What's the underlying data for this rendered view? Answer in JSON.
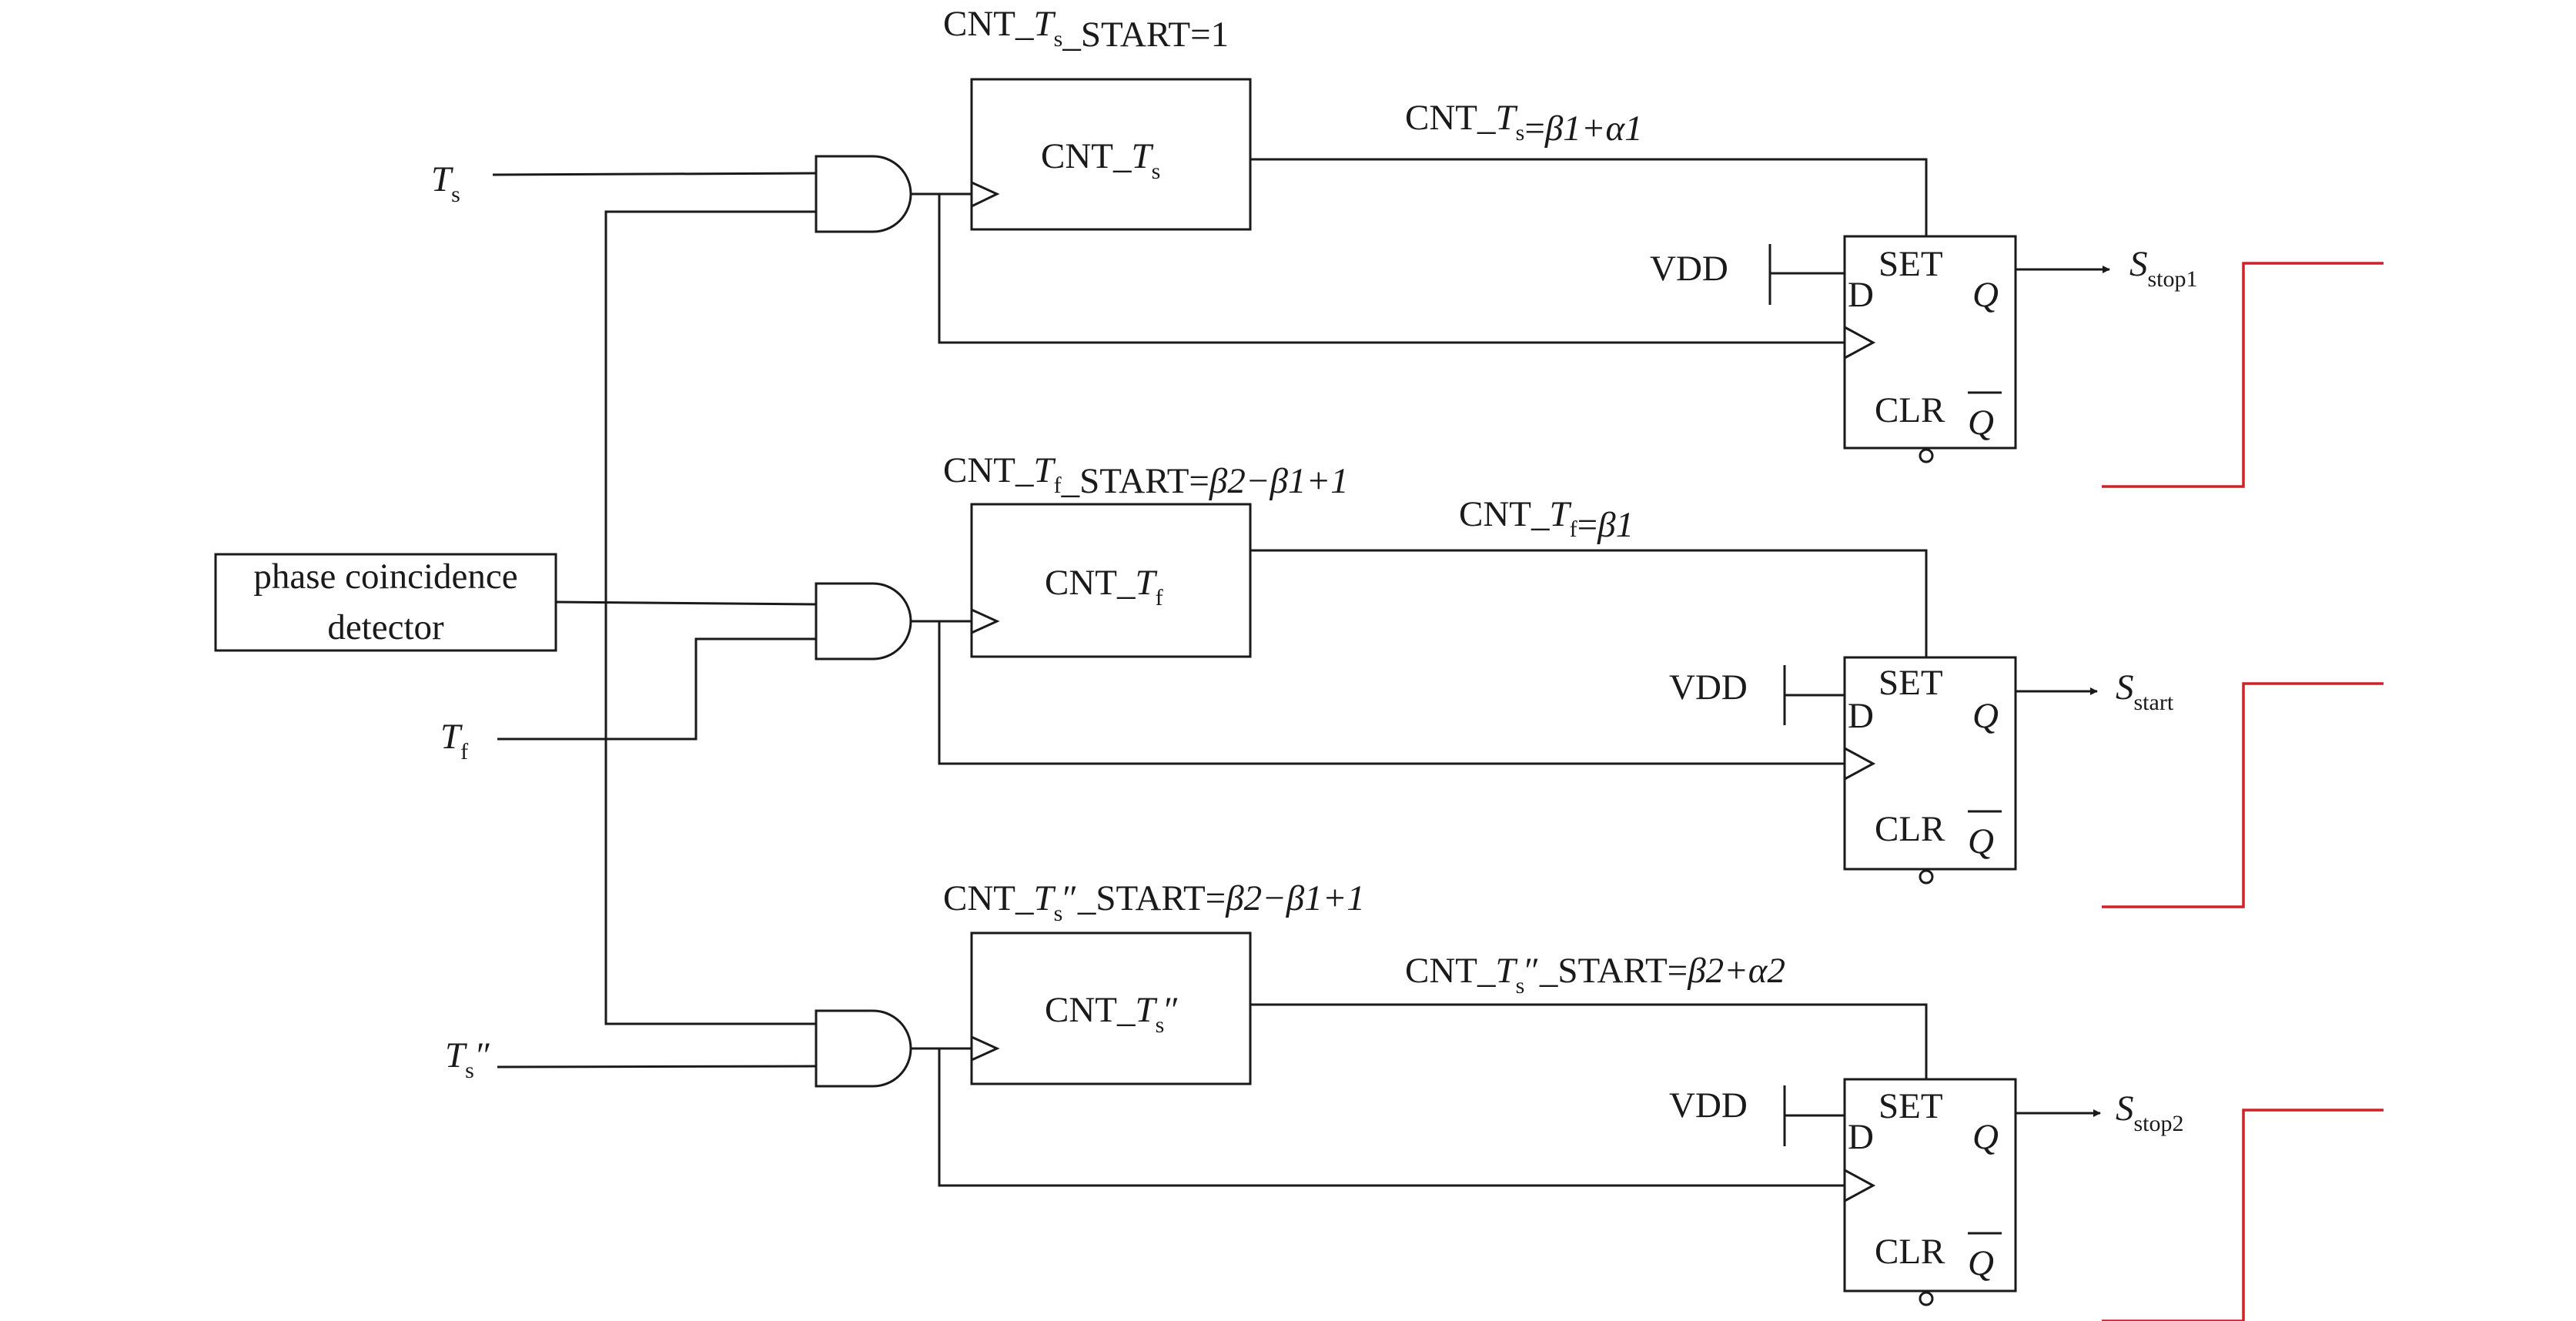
{
  "inputs": {
    "ts": {
      "main": "T",
      "sub": "s",
      "prime": ""
    },
    "tf": {
      "main": "T",
      "sub": "f",
      "prime": ""
    },
    "ts2": {
      "main": "T",
      "sub": "s",
      "prime": "″"
    }
  },
  "detector": {
    "line1": "phase coincidence",
    "line2": "detector"
  },
  "rows": [
    {
      "start": {
        "a": "CNT_",
        "it": "T",
        "sub": "s",
        "prime": "",
        "b": "_START=1"
      },
      "counter": {
        "a": "CNT_",
        "it": "T",
        "sub": "s",
        "prime": ""
      },
      "cond": {
        "a": "CNT_",
        "it": "T",
        "sub": "s",
        "prime": "",
        "b": "=",
        "expr": "β1+α1"
      },
      "output": {
        "main": "S",
        "sub": "stop1"
      }
    },
    {
      "start": {
        "a": "CNT_",
        "it": "T",
        "sub": "f",
        "prime": "",
        "b": "_START=",
        "expr": "β2−β1+1"
      },
      "counter": {
        "a": "CNT_",
        "it": "T",
        "sub": "f",
        "prime": ""
      },
      "cond": {
        "a": "CNT_",
        "it": "T",
        "sub": "f",
        "prime": "",
        "b": "=",
        "expr": "β1"
      },
      "output": {
        "main": "S",
        "sub": "start"
      }
    },
    {
      "start": {
        "a": "CNT_",
        "it": "T",
        "sub": "s",
        "prime": "″",
        "b": "_START=",
        "expr": "β2−β1+1"
      },
      "counter": {
        "a": "CNT_",
        "it": "T",
        "sub": "s",
        "prime": "″"
      },
      "cond": {
        "a": "CNT_",
        "it": "T",
        "sub": "s",
        "prime": "″",
        "b": "_START=",
        "expr": "β2+α2"
      },
      "output": {
        "main": "S",
        "sub": "stop2"
      }
    }
  ],
  "flipflop": {
    "vdd": "VDD",
    "d": "D",
    "set": "SET",
    "clr": "CLR",
    "q": "Q",
    "qbar": "Q"
  },
  "colors": {
    "line": "#1a1a1a",
    "waveform": "#d0202a"
  }
}
